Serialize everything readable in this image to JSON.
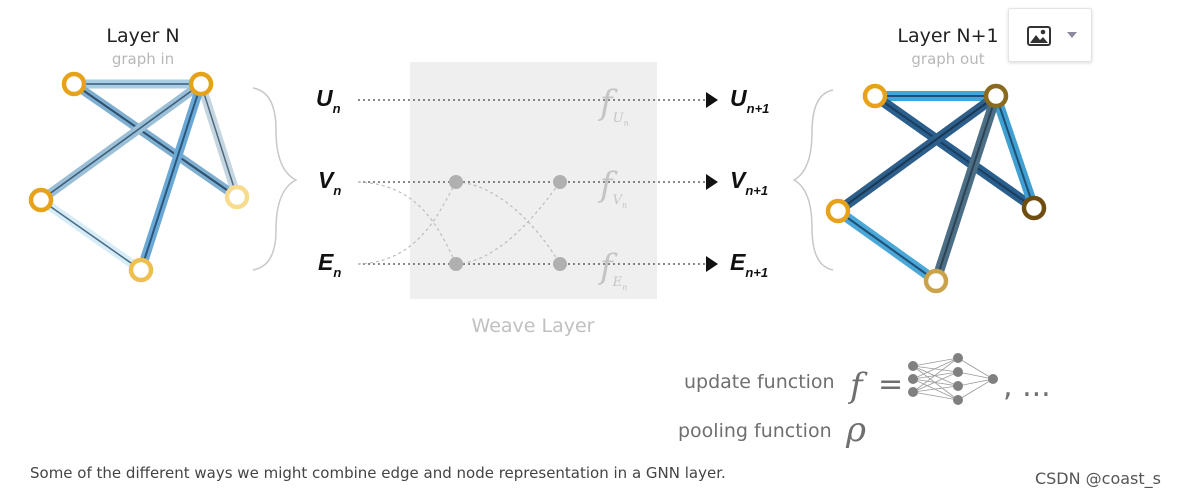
{
  "left_graph": {
    "title": "Layer N",
    "subtitle": "graph in"
  },
  "right_graph": {
    "title": "Layer N+1",
    "subtitle": "graph out"
  },
  "rows": [
    {
      "var": "U",
      "sub": "n",
      "out_var": "U",
      "out_sub": "n+1",
      "fn": "f",
      "fn_sub": "U",
      "fn_subsub": "n"
    },
    {
      "var": "V",
      "sub": "n",
      "out_var": "V",
      "out_sub": "n+1",
      "fn": "f",
      "fn_sub": "V",
      "fn_subsub": "n"
    },
    {
      "var": "E",
      "sub": "n",
      "out_var": "E",
      "out_sub": "n+1",
      "fn": "f",
      "fn_sub": "E",
      "fn_subsub": "n"
    }
  ],
  "weave_label": "Weave Layer",
  "legend": {
    "update_label": "update function",
    "update_symbol": "f",
    "equals": "=",
    "ellipsis": ", ...",
    "pooling_label": "pooling function",
    "pooling_symbol": "ρ"
  },
  "caption": "Some of the different ways we might combine edge and node representation in a GNN layer.",
  "watermark": "CSDN @coast_s",
  "toolbar": {
    "image_icon": "image-icon",
    "dropdown_icon": "caret-down-icon"
  },
  "colors": {
    "node_orange": "#e8a21a",
    "node_light": "#f7dc8f",
    "node_brown": "#7a5a14",
    "node_tan": "#c9a24a",
    "edge_light": "#9cc3dc",
    "edge_dark": "#2f5f86",
    "weave_bg": "#efefef"
  }
}
